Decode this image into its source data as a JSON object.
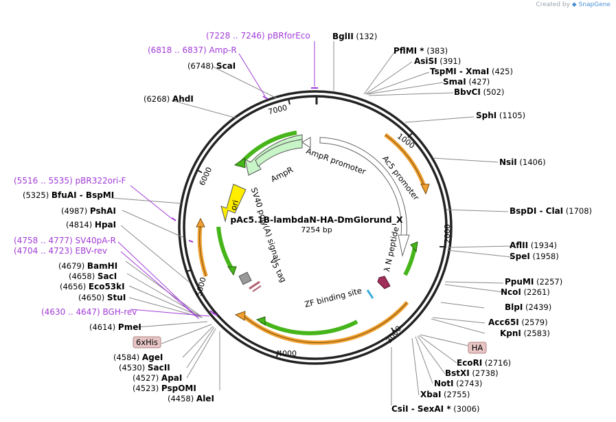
{
  "credit": {
    "prefix": "Created by ",
    "brand": "SnapGene"
  },
  "plasmid": {
    "name": "pAc5.1B-lambdaN-HA-DmGlorund_X",
    "length": "7254 bp"
  },
  "ticks": [
    "1000",
    "2000",
    "3000",
    "4000",
    "5000",
    "6000",
    "7000"
  ],
  "features": {
    "ampr": "AmpR",
    "ampr_promoter": "AmpR promoter",
    "ac5_promoter": "Ac5 promoter",
    "ori": "ori",
    "sv40": "SV40 poly(A) signal",
    "v5": "V5 tag",
    "zf": "ZF binding site",
    "lambda": "λ N peptide"
  },
  "boxes": {
    "his": "6xHis",
    "ha": "HA"
  },
  "labels": [
    {
      "type": "primer",
      "pos": "(7228 .. 7246)",
      "name": "pBRforEco"
    },
    {
      "type": "enzyme",
      "name": "BglII",
      "pos": "(132)"
    },
    {
      "type": "primer",
      "pos": "(6818 .. 6837)",
      "name": "Amp-R"
    },
    {
      "type": "enzyme",
      "name": "PflMI *",
      "pos": "(383)"
    },
    {
      "type": "enzyme",
      "name": "AsiSI",
      "pos": "(391)"
    },
    {
      "type": "enzyme",
      "name": "ScaI",
      "pos": "(6748)"
    },
    {
      "type": "enzyme",
      "name": "TspMI",
      "name2": "XmaI",
      "pos": "(425)"
    },
    {
      "type": "enzyme",
      "name": "SmaI",
      "pos": "(427)"
    },
    {
      "type": "enzyme",
      "name": "BbvCI",
      "pos": "(502)"
    },
    {
      "type": "enzyme",
      "name": "AhdI",
      "pos": "(6268)"
    },
    {
      "type": "enzyme",
      "name": "SphI",
      "pos": "(1105)"
    },
    {
      "type": "enzyme",
      "name": "NsiI",
      "pos": "(1406)"
    },
    {
      "type": "primer",
      "pos": "(5516 .. 5535)",
      "name": "pBR322ori-F"
    },
    {
      "type": "enzyme",
      "name": "BfuAI",
      "name2": "BspMI",
      "pos": "(5325)"
    },
    {
      "type": "enzyme",
      "name": "PshAI",
      "pos": "(4987)"
    },
    {
      "type": "enzyme",
      "name": "BspDI",
      "name2": "ClaI",
      "pos": "(1708)"
    },
    {
      "type": "enzyme",
      "name": "HpaI",
      "pos": "(4814)"
    },
    {
      "type": "primer",
      "pos": "(4758 .. 4777)",
      "name": "SV40pA-R"
    },
    {
      "type": "enzyme",
      "name": "AflII",
      "pos": "(1934)"
    },
    {
      "type": "primer",
      "pos": "(4704 .. 4723)",
      "name": "EBV-rev"
    },
    {
      "type": "enzyme",
      "name": "SpeI",
      "pos": "(1958)"
    },
    {
      "type": "enzyme",
      "name": "BamHI",
      "pos": "(4679)"
    },
    {
      "type": "enzyme",
      "name": "SacI",
      "pos": "(4658)"
    },
    {
      "type": "enzyme",
      "name": "PpuMI",
      "pos": "(2257)"
    },
    {
      "type": "enzyme",
      "name": "Eco53kI",
      "pos": "(4656)"
    },
    {
      "type": "enzyme",
      "name": "NcoI",
      "pos": "(2261)"
    },
    {
      "type": "enzyme",
      "name": "StuI",
      "pos": "(4650)"
    },
    {
      "type": "enzyme",
      "name": "BlpI",
      "pos": "(2439)"
    },
    {
      "type": "primer",
      "pos": "(4630 .. 4647)",
      "name": "BGH-rev"
    },
    {
      "type": "enzyme",
      "name": "Acc65I",
      "pos": "(2579)"
    },
    {
      "type": "enzyme",
      "name": "PmeI",
      "pos": "(4614)"
    },
    {
      "type": "enzyme",
      "name": "KpnI",
      "pos": "(2583)"
    },
    {
      "type": "enzyme",
      "name": "EcoRI",
      "pos": "(2716)"
    },
    {
      "type": "enzyme",
      "name": "AgeI",
      "pos": "(4584)"
    },
    {
      "type": "enzyme",
      "name": "BstXI",
      "pos": "(2738)"
    },
    {
      "type": "enzyme",
      "name": "SacII",
      "pos": "(4530)"
    },
    {
      "type": "enzyme",
      "name": "NotI",
      "pos": "(2743)"
    },
    {
      "type": "enzyme",
      "name": "ApaI",
      "pos": "(4527)"
    },
    {
      "type": "enzyme",
      "name": "XbaI",
      "pos": "(2755)"
    },
    {
      "type": "enzyme",
      "name": "PspOMI",
      "pos": "(4523)"
    },
    {
      "type": "enzyme",
      "name": "AleI",
      "pos": "(4458)"
    },
    {
      "type": "enzyme",
      "name": "CsiI",
      "name2": "SexAI *",
      "pos": "(3006)"
    }
  ],
  "colors": {
    "backbone": "#222222",
    "primer": "#a03ad6",
    "orange": "#f0a030",
    "green": "#46b51a",
    "ori": "#ffee00",
    "amp": "#c8f5c8",
    "box": "#e8c6c6"
  }
}
